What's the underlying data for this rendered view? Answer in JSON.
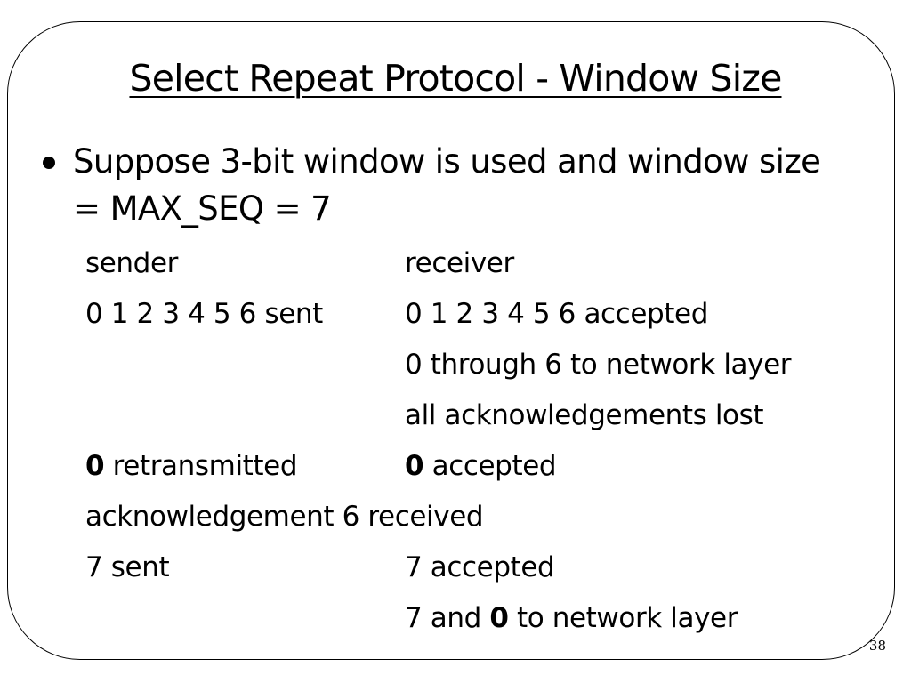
{
  "slide": {
    "title": "Select Repeat Protocol - Window Size",
    "bullet": "Suppose 3-bit window is used and window size = MAX_SEQ = 7",
    "page_number": "38"
  },
  "rows": {
    "sender_header": "sender",
    "receiver_header": "receiver",
    "sender_sent": "0 1 2 3 4 5 6 sent",
    "receiver_accepted": "0 1 2 3 4 5 6 accepted",
    "receiver_to_network": "0 through 6 to network layer",
    "receiver_acks_lost": "all acknowledgements lost",
    "retransmit_bold": "0",
    "retransmit_text": " retransmitted",
    "accepted_bold": "0",
    "accepted_text": " accepted",
    "ack_received": "acknowledgement 6 received",
    "seven_sent": "7 sent",
    "seven_accepted": "7 accepted",
    "final_prefix": "7 and ",
    "final_bold": "0",
    "final_suffix": " to network layer"
  }
}
